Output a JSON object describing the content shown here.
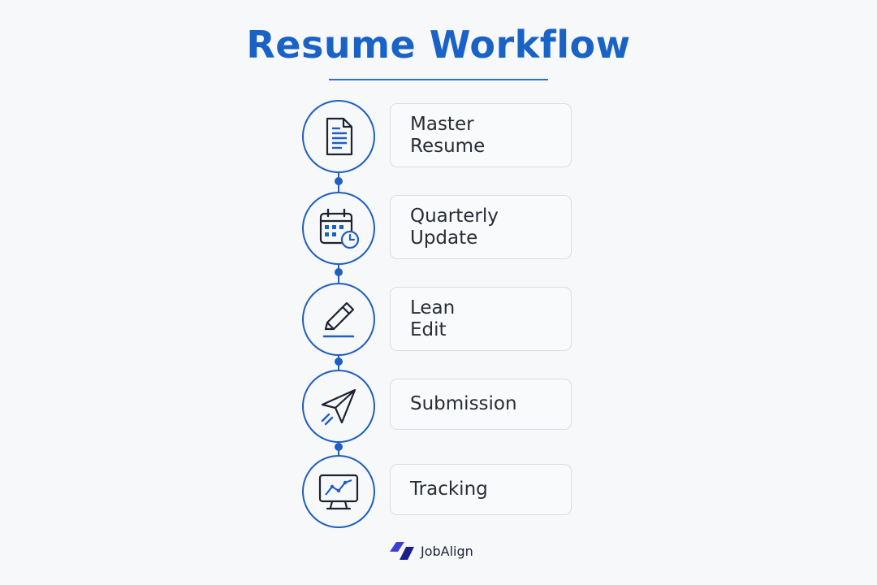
{
  "title": "Resume Workflow",
  "steps": [
    {
      "label_lines": [
        "Master",
        "Resume"
      ],
      "icon": "document-icon"
    },
    {
      "label_lines": [
        "Quarterly",
        "Update"
      ],
      "icon": "calendar-clock-icon"
    },
    {
      "label_lines": [
        "Lean",
        "Edit"
      ],
      "icon": "pencil-icon"
    },
    {
      "label_lines": [
        "Submission"
      ],
      "icon": "paper-plane-icon"
    },
    {
      "label_lines": [
        "Tracking"
      ],
      "icon": "monitor-chart-icon"
    }
  ],
  "brand": {
    "name": "JobAlign",
    "logo": "jobalign-logo"
  },
  "colors": {
    "accent": "#1a63c6",
    "line": "#1f5fbf",
    "text": "#2a2d35",
    "card_border": "#dadde3"
  }
}
